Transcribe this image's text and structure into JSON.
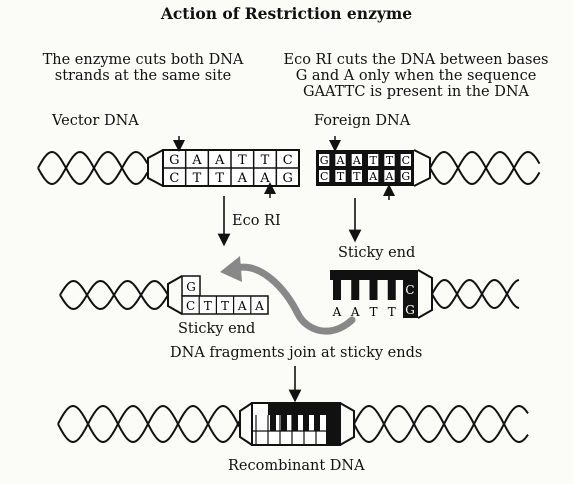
{
  "title": "Action of Restriction enzyme",
  "note_left": [
    "The enzyme cuts both DNA",
    "strands at the same site"
  ],
  "note_right": [
    "Eco RI cuts the DNA between bases",
    "G and A only when the sequence",
    "GAATTC is present in the DNA"
  ],
  "label_vector": "Vector DNA",
  "label_foreign": "Foreign DNA",
  "label_enzyme": "Eco RI",
  "label_sticky_end_left": "Sticky end",
  "label_sticky_end_right": "Sticky end",
  "label_join": "DNA fragments join at sticky ends",
  "label_recombinant": "Recombinant DNA",
  "vector_top_bases": [
    "G",
    "A",
    "A",
    "T",
    "T",
    "C"
  ],
  "vector_bottom_bases": [
    "C",
    "T",
    "T",
    "A",
    "A",
    "G"
  ],
  "foreign_top_bases": [
    "G",
    "A",
    "A",
    "T",
    "T",
    "C"
  ],
  "foreign_bottom_bases": [
    "C",
    "T",
    "T",
    "A",
    "A",
    "G"
  ],
  "left_fragment_g": "G",
  "left_fragment_bases": [
    "C",
    "T",
    "T",
    "A",
    "A"
  ],
  "right_fragment_bases": [
    "A",
    "A",
    "T",
    "T"
  ],
  "right_fragment_end": [
    "C",
    "G"
  ]
}
